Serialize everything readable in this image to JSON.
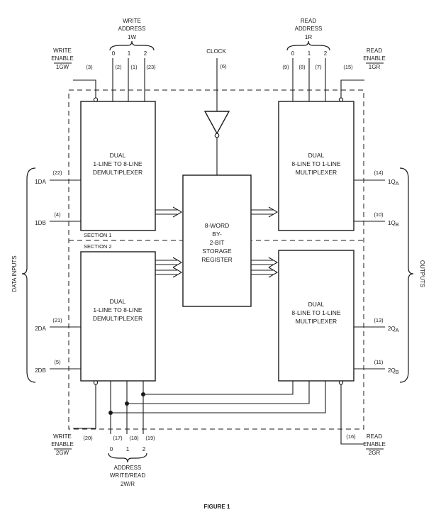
{
  "figure": {
    "caption": "FIGURE 1"
  },
  "blocks": {
    "demux1": [
      "DUAL",
      "1-LINE TO 8-LINE",
      "DEMULTIPLEXER"
    ],
    "demux2": [
      "DUAL",
      "1-LINE TO 8-LINE",
      "DEMULTIPLEXER"
    ],
    "mux1": [
      "DUAL",
      "8-LINE TO 1-LINE",
      "MULTIPLEXER"
    ],
    "mux2": [
      "DUAL",
      "8-LINE TO 1-LINE",
      "MULTIPLEXER"
    ],
    "register": [
      "8-WORD",
      "BY-",
      "2-BIT",
      "STORAGE",
      "REGISTER"
    ],
    "section1": "SECTION 1",
    "section2": "SECTION 2"
  },
  "clock": {
    "label": "CLOCK",
    "pin": "(6)"
  },
  "write_address": {
    "title1": "WRITE",
    "title2": "ADDRESS",
    "group": "1W",
    "bits": [
      "0",
      "1",
      "2"
    ],
    "pins": [
      "(2)",
      "(1)",
      "(23)"
    ]
  },
  "write_enable_1": {
    "line1": "WRITE",
    "line2": "ENABLE",
    "signal": "1GW",
    "pin": "(3)"
  },
  "read_address": {
    "title1": "READ",
    "title2": "ADDRESS",
    "group": "1R",
    "bits": [
      "0",
      "1",
      "2"
    ],
    "pins": [
      "(9)",
      "(8)",
      "(7)"
    ]
  },
  "read_enable_1": {
    "line1": "READ",
    "line2": "ENABLE",
    "signal": "1GR",
    "pin": "(15)"
  },
  "data_inputs": {
    "label": "DATA INPUTS",
    "items": [
      {
        "name": "1DA",
        "pin": "(22)"
      },
      {
        "name": "1DB",
        "pin": "(4)"
      },
      {
        "name": "2DA",
        "pin": "(21)"
      },
      {
        "name": "2DB",
        "pin": "(5)"
      }
    ]
  },
  "outputs": {
    "label": "OUTPUTS",
    "items": [
      {
        "name": "1Q",
        "sub": "A",
        "pin": "(14)"
      },
      {
        "name": "1Q",
        "sub": "B",
        "pin": "(10)"
      },
      {
        "name": "2Q",
        "sub": "A",
        "pin": "(13)"
      },
      {
        "name": "2Q",
        "sub": "B",
        "pin": "(11)"
      }
    ]
  },
  "write_enable_2": {
    "line1": "WRITE",
    "line2": "ENABLE",
    "signal": "2GW",
    "pin": "(20)"
  },
  "read_enable_2": {
    "line1": "READ",
    "line2": "ENABLE",
    "signal": "2GR",
    "pin": "(16)"
  },
  "address_wr": {
    "bits": [
      "0",
      "1",
      "2"
    ],
    "pins": [
      "(17)",
      "(18)",
      "(19)"
    ],
    "line1": "ADDRESS",
    "line2": "WRITE/READ",
    "group": "2W/R"
  }
}
